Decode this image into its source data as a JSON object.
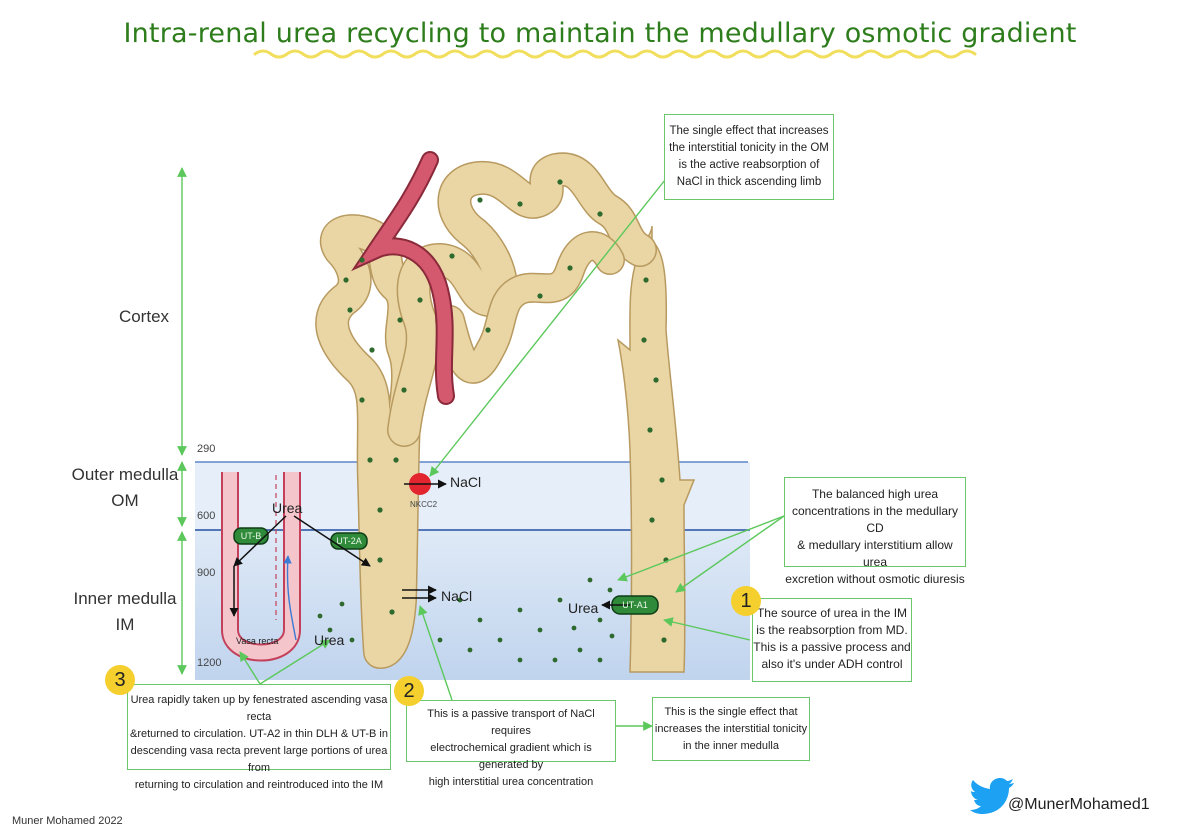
{
  "title": "Intra-renal urea recycling to maintain the medullary osmotic gradient",
  "zones": {
    "cortex": "Cortex",
    "outer_medulla_1": "Outer medulla",
    "outer_medulla_2": "OM",
    "inner_medulla_1": "Inner medulla",
    "inner_medulla_2": "IM"
  },
  "osmolality_ticks": [
    "290",
    "600",
    "900",
    "1200"
  ],
  "labels": {
    "nacl_om": "NaCl",
    "nkcc2": "NKCC2",
    "nacl_im": "NaCl",
    "urea_top": "Urea",
    "urea_bottom": "Urea",
    "urea_cd": "Urea",
    "vasa_recta": "Vasa recta"
  },
  "transporters": {
    "ut_b": "UT-B",
    "ut_a2": "UT-2A",
    "ut_a1": "UT-A1"
  },
  "boxes": {
    "single_effect_om": [
      "The single effect that increases",
      "the interstitial tonicity in the OM",
      "is the active reabsorption of",
      "NaCl in thick ascending limb"
    ],
    "balanced_urea": [
      "The balanced high urea",
      "concentrations in the medullary CD",
      "& medullary interstitium allow urea",
      "excretion without osmotic diuresis"
    ],
    "source_urea": [
      "The source of urea in the IM",
      "is the reabsorption from MD.",
      "This is a passive process and",
      "also it's under ADH control"
    ],
    "urea_uptake": [
      "Urea rapidly taken up by fenestrated ascending vasa recta",
      "&returned to circulation. UT-A2  in thin DLH & UT-B in",
      "descending vasa recta prevent large portions of urea from",
      "returning to circulation and reintroduced into the IM"
    ],
    "passive_nacl": [
      "This is a passive transport of NaCl requires",
      "electrochemical gradient which is generated by",
      "high interstitial urea concentration"
    ],
    "single_effect_im": [
      "This is the single effect that",
      "increases the interstitial tonicity",
      "in the inner medulla"
    ]
  },
  "badges": [
    "1",
    "2",
    "3"
  ],
  "credit": "Muner Mohamed 2022",
  "twitter_handle": "@MunerMohamed1",
  "colors": {
    "title_green": "#2e7d1c",
    "arrow_green": "#5cc85c",
    "tubule_fill": "#e9d6a4",
    "tubule_stroke": "#b89a60",
    "dot_green": "#2e6a2e",
    "vessel_red": "#c4405a",
    "medulla_blue": "#c7d9ef",
    "badge_yellow": "#f4cf2e",
    "twitter_blue": "#1da1f2"
  }
}
